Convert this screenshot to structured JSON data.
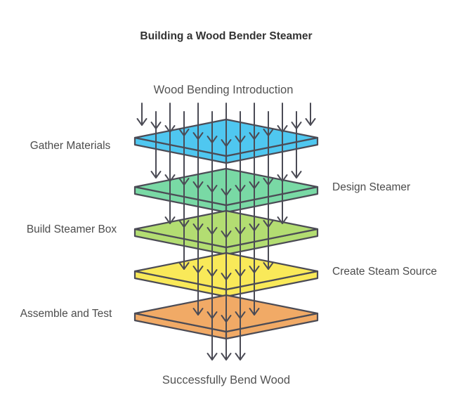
{
  "title": "Building a Wood Bender Steamer",
  "diagram": {
    "start_label": "Wood Bending Introduction",
    "end_label": "Successfully Bend Wood",
    "layers": [
      {
        "label": "Gather Materials",
        "side": "left",
        "color": "#4fc7f0"
      },
      {
        "label": "Design Steamer",
        "side": "right",
        "color": "#79d9a5"
      },
      {
        "label": "Build Steamer Box",
        "side": "left",
        "color": "#b3dd72"
      },
      {
        "label": "Create Steam Source",
        "side": "right",
        "color": "#f9e959"
      },
      {
        "label": "Assemble and Test",
        "side": "left",
        "color": "#f1aa66"
      }
    ],
    "colors": {
      "stroke": "#4b4b55",
      "title_text": "#333333",
      "node_text": "#535353",
      "label_text": "#4c4c4c",
      "background": "#ffffff"
    }
  }
}
